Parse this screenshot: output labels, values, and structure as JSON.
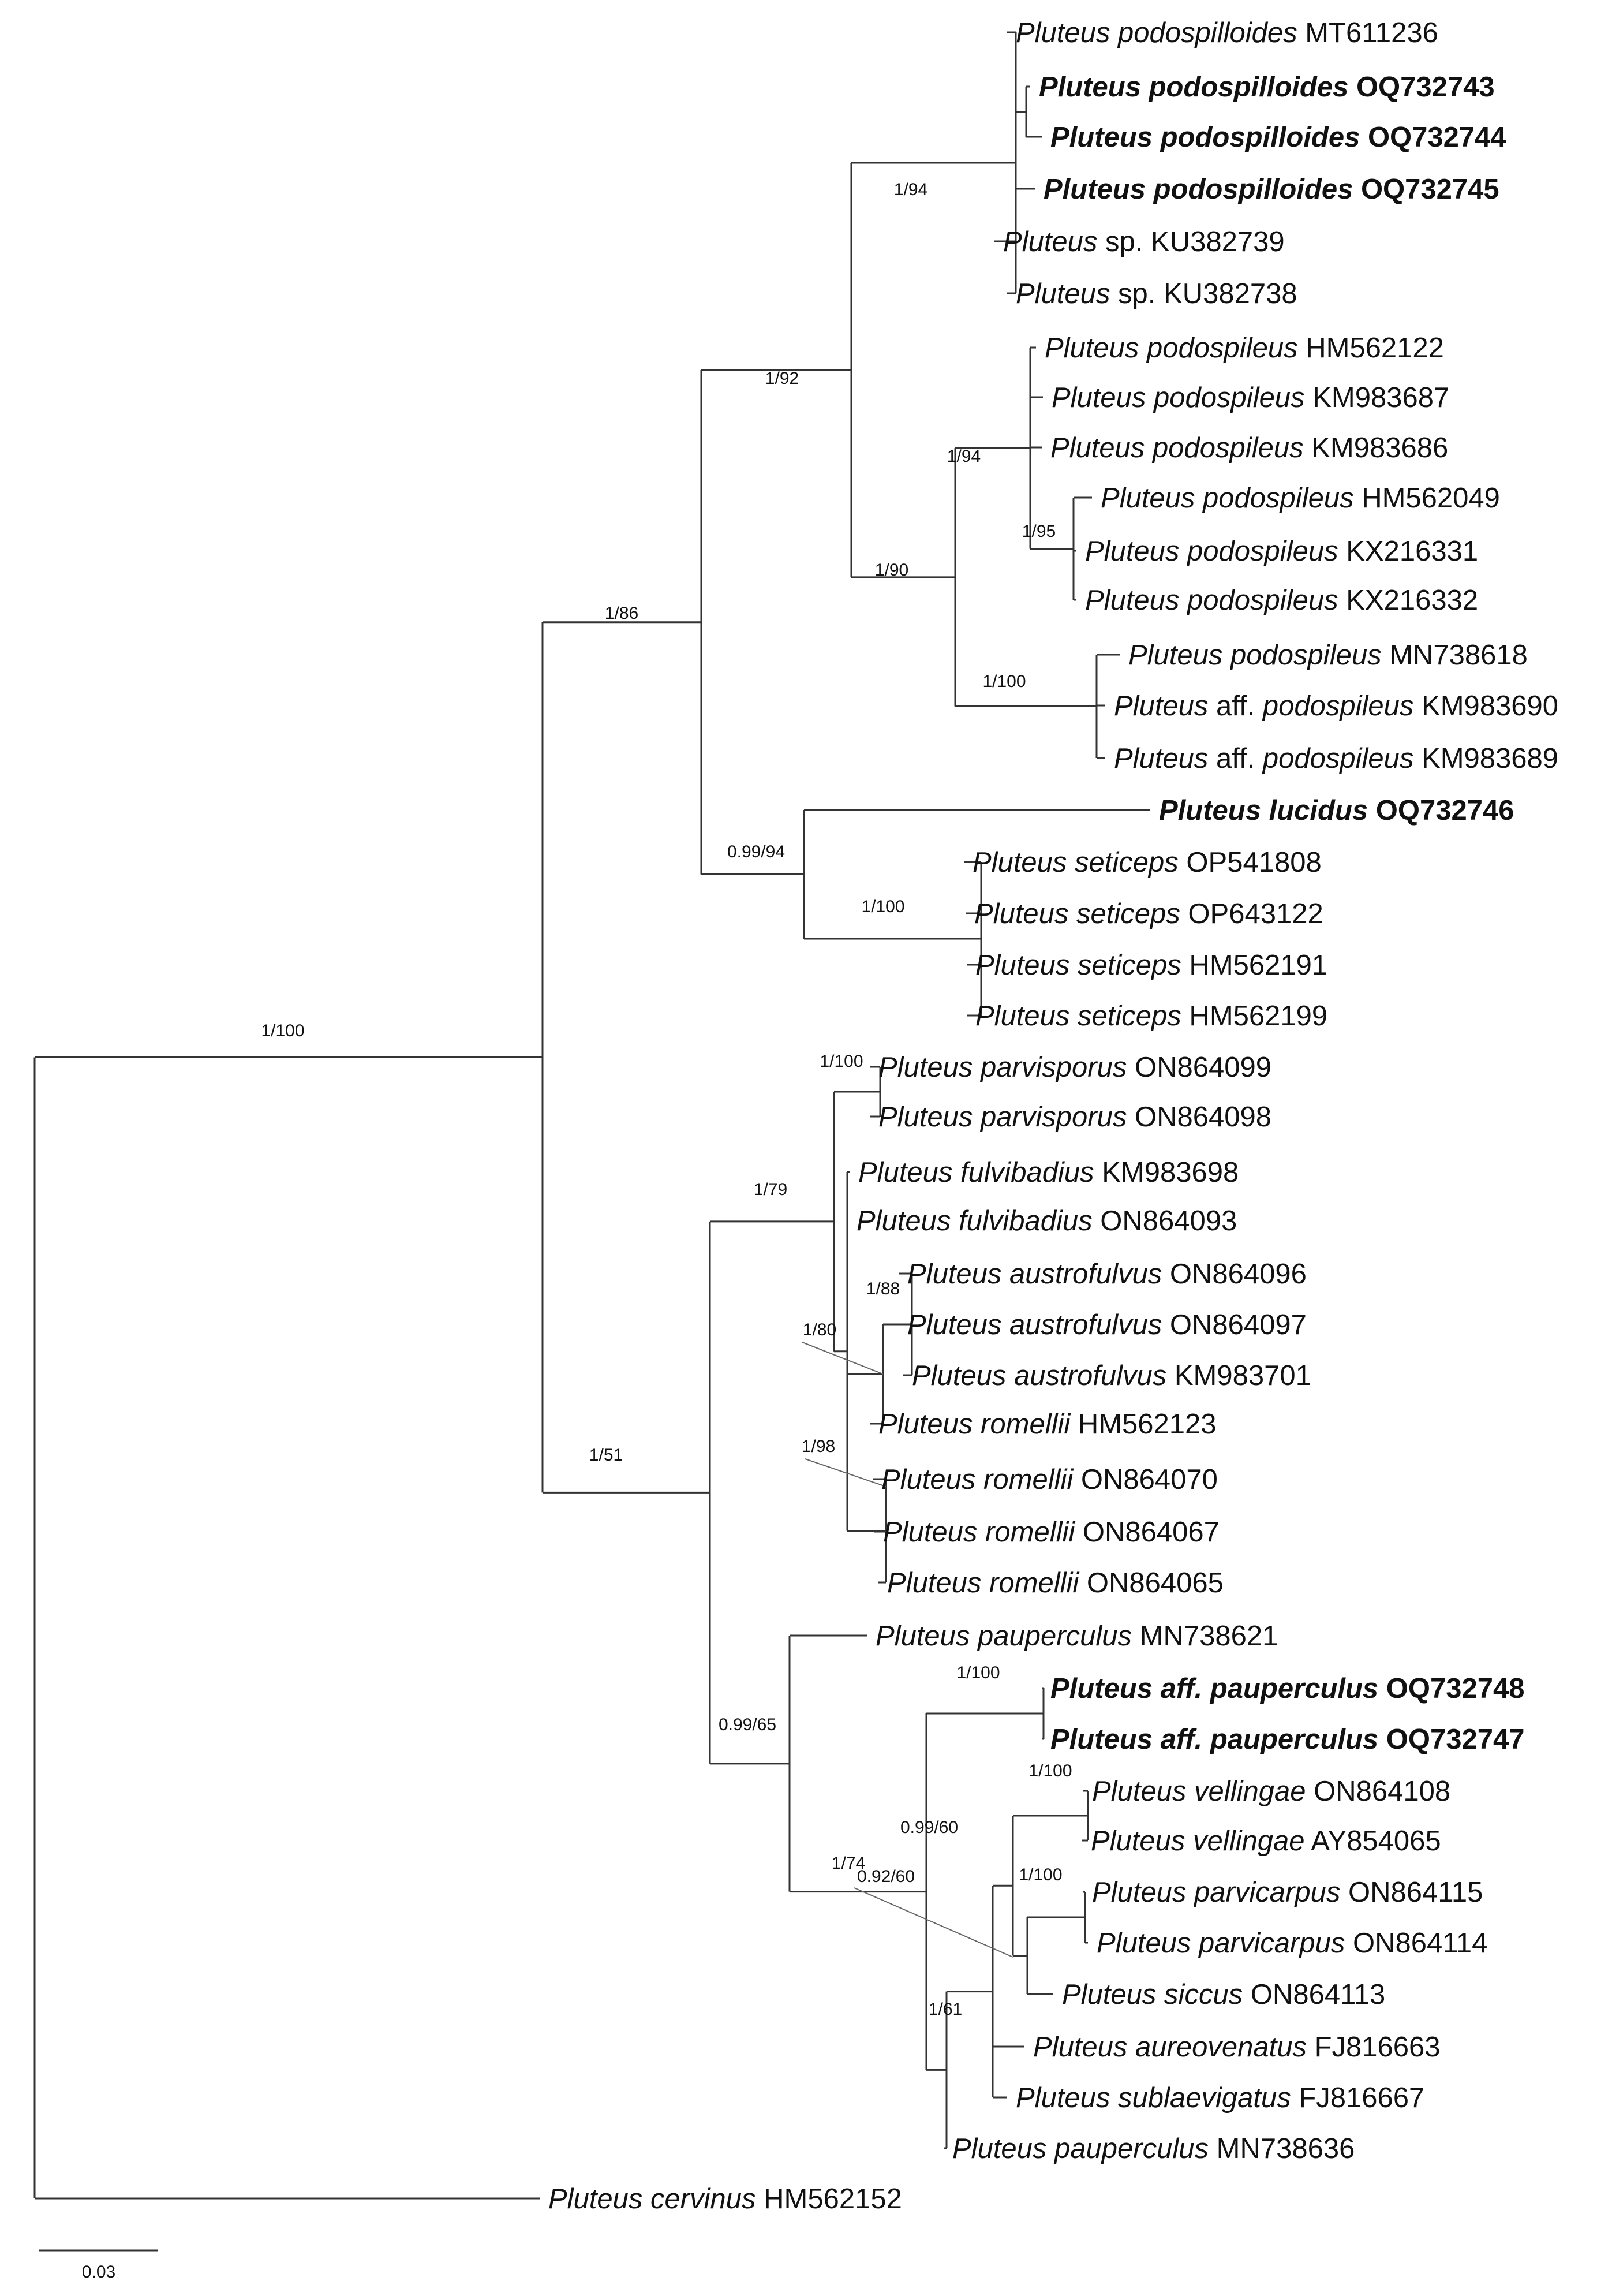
{
  "tips": [
    {
      "genus": "Pluteus",
      "species": "podospilloides",
      "accession": "MT611236",
      "bold": false
    },
    {
      "genus": "Pluteus",
      "species": "podospilloides",
      "accession": "OQ732743",
      "bold": true
    },
    {
      "genus": "Pluteus",
      "species": "podospilloides",
      "accession": "OQ732744",
      "bold": true
    },
    {
      "genus": "Pluteus",
      "species": "podospilloides",
      "accession": "OQ732745",
      "bold": true
    },
    {
      "genus": "Pluteus",
      "species": "sp.",
      "accession": "KU382739",
      "bold": false
    },
    {
      "genus": "Pluteus",
      "species": "sp.",
      "accession": "KU382738",
      "bold": false
    },
    {
      "genus": "Pluteus",
      "species": "podospileus",
      "accession": "HM562122",
      "bold": false
    },
    {
      "genus": "Pluteus",
      "species": "podospileus",
      "accession": "KM983687",
      "bold": false
    },
    {
      "genus": "Pluteus",
      "species": "podospileus",
      "accession": "KM983686",
      "bold": false
    },
    {
      "genus": "Pluteus",
      "species": "podospileus",
      "accession": "HM562049",
      "bold": false
    },
    {
      "genus": "Pluteus",
      "species": "podospileus",
      "accession": "KX216331",
      "bold": false
    },
    {
      "genus": "Pluteus",
      "species": "podospileus",
      "accession": "KX216332",
      "bold": false
    },
    {
      "genus": "Pluteus",
      "species": "podospileus",
      "accession": "MN738618",
      "bold": false
    },
    {
      "genus": "Pluteus",
      "species": "aff. podospileus",
      "accession": "KM983690",
      "bold": false
    },
    {
      "genus": "Pluteus",
      "species": "aff. podospileus",
      "accession": "KM983689",
      "bold": false
    },
    {
      "genus": "Pluteus",
      "species": "lucidus",
      "accession": "OQ732746",
      "bold": true
    },
    {
      "genus": "Pluteus",
      "species": "seticeps",
      "accession": "OP541808",
      "bold": false
    },
    {
      "genus": "Pluteus",
      "species": "seticeps",
      "accession": "OP643122",
      "bold": false
    },
    {
      "genus": "Pluteus",
      "species": "seticeps",
      "accession": "HM562191",
      "bold": false
    },
    {
      "genus": "Pluteus",
      "species": "seticeps",
      "accession": "HM562199",
      "bold": false
    },
    {
      "genus": "Pluteus",
      "species": "parvisporus",
      "accession": "ON864099",
      "bold": false
    },
    {
      "genus": "Pluteus",
      "species": "parvisporus",
      "accession": "ON864098",
      "bold": false
    },
    {
      "genus": "Pluteus",
      "species": "fulvibadius",
      "accession": "KM983698",
      "bold": false
    },
    {
      "genus": "Pluteus",
      "species": "fulvibadius",
      "accession": "ON864093",
      "bold": false
    },
    {
      "genus": "Pluteus",
      "species": "austrofulvus",
      "accession": "ON864096",
      "bold": false
    },
    {
      "genus": "Pluteus",
      "species": "austrofulvus",
      "accession": "ON864097",
      "bold": false
    },
    {
      "genus": "Pluteus",
      "species": "austrofulvus",
      "accession": "KM983701",
      "bold": false
    },
    {
      "genus": "Pluteus",
      "species": "romellii",
      "accession": "HM562123",
      "bold": false
    },
    {
      "genus": "Pluteus",
      "species": "romellii",
      "accession": "ON864070",
      "bold": false
    },
    {
      "genus": "Pluteus",
      "species": "romellii",
      "accession": "ON864067",
      "bold": false
    },
    {
      "genus": "Pluteus",
      "species": "romellii",
      "accession": "ON864065",
      "bold": false
    },
    {
      "genus": "Pluteus",
      "species": "pauperculus",
      "accession": "MN738621",
      "bold": false
    },
    {
      "genus": "Pluteus",
      "species": "aff. pauperculus",
      "accession": "OQ732748",
      "bold": true
    },
    {
      "genus": "Pluteus",
      "species": "aff. pauperculus",
      "accession": "OQ732747",
      "bold": true
    },
    {
      "genus": "Pluteus",
      "species": "vellingae",
      "accession": "ON864108",
      "bold": false
    },
    {
      "genus": "Pluteus",
      "species": "vellingae",
      "accession": "AY854065",
      "bold": false
    },
    {
      "genus": "Pluteus",
      "species": "parvicarpus",
      "accession": "ON864115",
      "bold": false
    },
    {
      "genus": "Pluteus",
      "species": "parvicarpus",
      "accession": "ON864114",
      "bold": false
    },
    {
      "genus": "Pluteus",
      "species": "siccus",
      "accession": "ON864113",
      "bold": false
    },
    {
      "genus": "Pluteus",
      "species": "aureovenatus",
      "accession": "FJ816663",
      "bold": false
    },
    {
      "genus": "Pluteus",
      "species": "sublaevigatus",
      "accession": "FJ816667",
      "bold": false
    },
    {
      "genus": "Pluteus",
      "species": "pauperculus",
      "accession": "MN738636",
      "bold": false
    },
    {
      "genus": "Pluteus",
      "species": "cervinus",
      "accession": "HM562152",
      "bold": false
    }
  ],
  "support_values": [
    "1/100",
    "1/86",
    "1/92",
    "1/94",
    "1/90",
    "1/94",
    "1/95",
    "1/100",
    "0.99/94",
    "1/100",
    "1/51",
    "1/79",
    "1/100",
    "1/80",
    "1/88",
    "1/98",
    "0.99/65",
    "1/74",
    "1/100",
    "0.99/60",
    "0.92/60",
    "1/100",
    "1/100",
    "1/61"
  ],
  "scale_bar": {
    "label": "0.03",
    "value": 0.03
  },
  "colors": {
    "branch": "#333333",
    "text": "#111111",
    "background": "#ffffff"
  }
}
